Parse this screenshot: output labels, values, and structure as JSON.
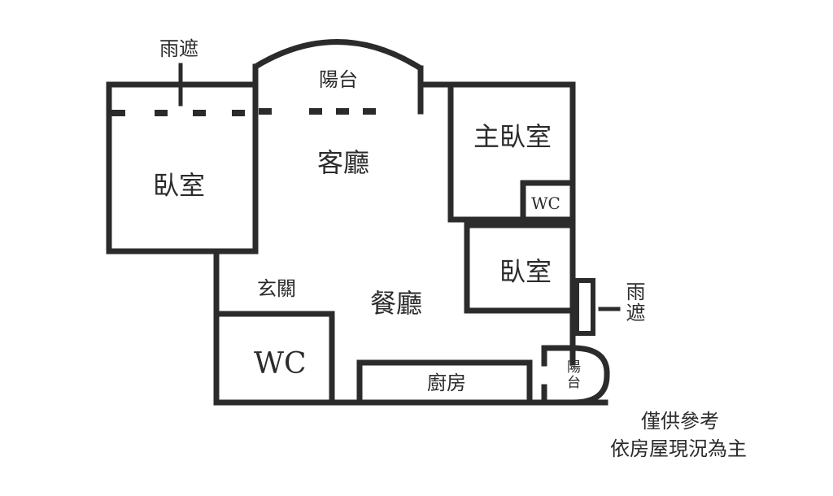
{
  "rooms": {
    "canopy_top": "雨遮",
    "balcony_top": "陽台",
    "living_room": "客廳",
    "bedroom_left": "臥室",
    "master_bedroom": "主臥室",
    "wc_master": "WC",
    "bedroom_right": "臥室",
    "canopy_right": "雨遮",
    "foyer": "玄關",
    "dining_room": "餐廳",
    "wc_main": "WC",
    "kitchen": "廚房",
    "balcony_small": "陽台"
  },
  "notes": {
    "line1": "僅供參考",
    "line2": "依房屋現況為主"
  }
}
